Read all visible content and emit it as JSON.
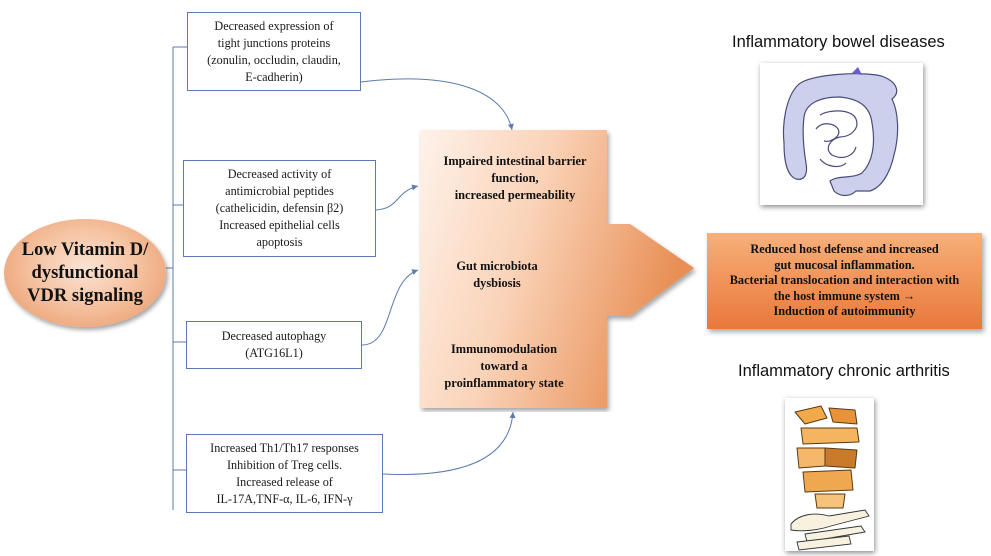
{
  "source": {
    "label": "Low Vitamin D/\ndysfunctional\nVDR signaling"
  },
  "causes": [
    {
      "text": "Decreased expression of\ntight junctions proteins\n(zonulin, occludin, claudin,\nE-cadherin)"
    },
    {
      "text": "Decreased activity of\nantimicrobial peptides\n(cathelicidin, defensin β2)\nIncreased epithelial cells\napoptosis"
    },
    {
      "text": "Decreased autophagy\n(ATG16L1)"
    },
    {
      "text": "Increased Th1/Th17 responses\nInhibition of Treg cells.\nIncreased release of\nIL-17A,TNF-α, IL-6, IFN-γ"
    }
  ],
  "mechanisms": [
    {
      "text": "Impaired intestinal barrier\nfunction,\nincreased permeability"
    },
    {
      "text": "Gut microbiota\ndysbiosis"
    },
    {
      "text": "Immunomodulation\ntoward a\nproinflammatory state"
    }
  ],
  "outcome": {
    "text": "Reduced host defense and increased\ngut mucosal inflammation.\nBacterial translocation and interaction with\nthe host immune system →\nInduction of autoimmunity"
  },
  "diseases": [
    {
      "title": "Inflammatory bowel diseases",
      "icon": "intestine-icon"
    },
    {
      "title": "Inflammatory chronic arthritis",
      "icon": "joints-icon"
    }
  ],
  "colors": {
    "connector": "#5b7bb0",
    "arrow_light": "#fde7d8",
    "arrow_dark": "#e88f55",
    "outcome": "#eb7d3e",
    "intestine": "#c9cbe8"
  }
}
